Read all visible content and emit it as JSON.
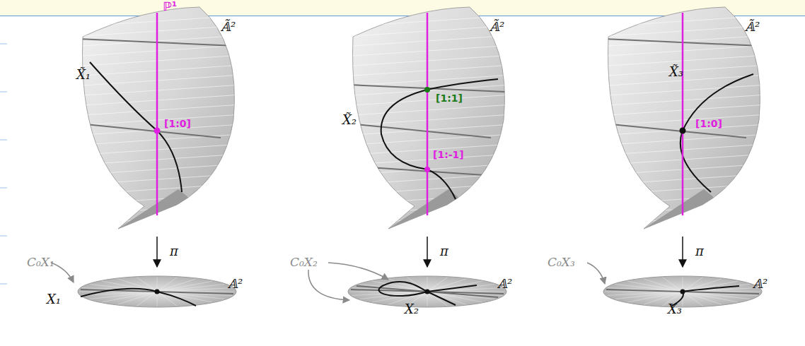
{
  "diagram": {
    "labels": [
      "ℙ¹",
      "𝔸̃²",
      "X̃₁",
      "[1:0]",
      "π",
      "C₀X₁",
      "𝔸²",
      "X₁",
      "𝔸̃²",
      "X̃₂",
      "[1:1]",
      "[1:-1]",
      "π",
      "C₀X₂",
      "𝔸²",
      "X₂",
      "𝔸̃²",
      "X̃₃",
      "[1:0]",
      "π",
      "C₀X₃",
      "𝔸²",
      "X₃"
    ]
  }
}
